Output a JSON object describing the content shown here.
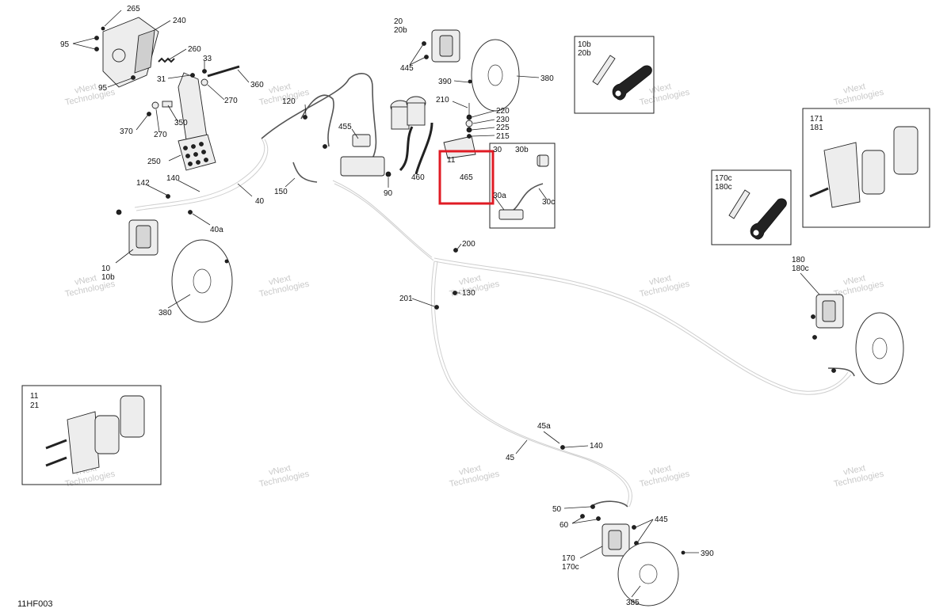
{
  "diagram_code": "11HF003",
  "watermark": {
    "line1": "vNext",
    "line2": "Technologies"
  },
  "highlight_color": "#e01b24",
  "callouts": [
    {
      "id": "c265",
      "text": "265"
    },
    {
      "id": "c240",
      "text": "240"
    },
    {
      "id": "c95a",
      "text": "95"
    },
    {
      "id": "c260",
      "text": "260"
    },
    {
      "id": "c33",
      "text": "33"
    },
    {
      "id": "c31",
      "text": "31"
    },
    {
      "id": "c95b",
      "text": "95"
    },
    {
      "id": "c360",
      "text": "360"
    },
    {
      "id": "c270a",
      "text": "270"
    },
    {
      "id": "c350",
      "text": "350"
    },
    {
      "id": "c370",
      "text": "370"
    },
    {
      "id": "c270b",
      "text": "270"
    },
    {
      "id": "c250",
      "text": "250"
    },
    {
      "id": "c120",
      "text": "120"
    },
    {
      "id": "c455",
      "text": "455"
    },
    {
      "id": "c140a",
      "text": "140"
    },
    {
      "id": "c142",
      "text": "142"
    },
    {
      "id": "c40",
      "text": "40"
    },
    {
      "id": "c40a",
      "text": "40a"
    },
    {
      "id": "c150",
      "text": "150"
    },
    {
      "id": "c90",
      "text": "90"
    },
    {
      "id": "c10",
      "text": "10"
    },
    {
      "id": "c10b",
      "text": "10b"
    },
    {
      "id": "c380a",
      "text": "380"
    },
    {
      "id": "c20",
      "text": "20"
    },
    {
      "id": "c20b",
      "text": "20b"
    },
    {
      "id": "c445a",
      "text": "445"
    },
    {
      "id": "c390a",
      "text": "390"
    },
    {
      "id": "c380b",
      "text": "380"
    },
    {
      "id": "c210",
      "text": "210"
    },
    {
      "id": "c220",
      "text": "220"
    },
    {
      "id": "c230",
      "text": "230"
    },
    {
      "id": "c225",
      "text": "225"
    },
    {
      "id": "c215",
      "text": "215"
    },
    {
      "id": "c30",
      "text": "30"
    },
    {
      "id": "c30b",
      "text": "30b"
    },
    {
      "id": "c11small",
      "text": "11"
    },
    {
      "id": "c460",
      "text": "460"
    },
    {
      "id": "c465",
      "text": "465"
    },
    {
      "id": "c30a",
      "text": "30a"
    },
    {
      "id": "c30c",
      "text": "30c"
    },
    {
      "id": "c200",
      "text": "200"
    },
    {
      "id": "c201",
      "text": "201"
    },
    {
      "id": "c130",
      "text": "130"
    },
    {
      "id": "c180",
      "text": "180"
    },
    {
      "id": "c180c",
      "text": "180c"
    },
    {
      "id": "c45a",
      "text": "45a"
    },
    {
      "id": "c140b",
      "text": "140"
    },
    {
      "id": "c45",
      "text": "45"
    },
    {
      "id": "c50",
      "text": "50"
    },
    {
      "id": "c60",
      "text": "60"
    },
    {
      "id": "c445b",
      "text": "445"
    },
    {
      "id": "c170",
      "text": "170"
    },
    {
      "id": "c170c",
      "text": "170c"
    },
    {
      "id": "c390b",
      "text": "390"
    },
    {
      "id": "c385",
      "text": "385"
    }
  ],
  "inset_boxes": {
    "bleeder_front": {
      "line1": "10b",
      "line2": "20b"
    },
    "pads_front": {
      "line1": "171",
      "line2": "181"
    },
    "bleeder_rear": {
      "line1": "170c",
      "line2": "180c"
    },
    "pads_rear": {
      "line1": "11",
      "line2": "21"
    }
  }
}
